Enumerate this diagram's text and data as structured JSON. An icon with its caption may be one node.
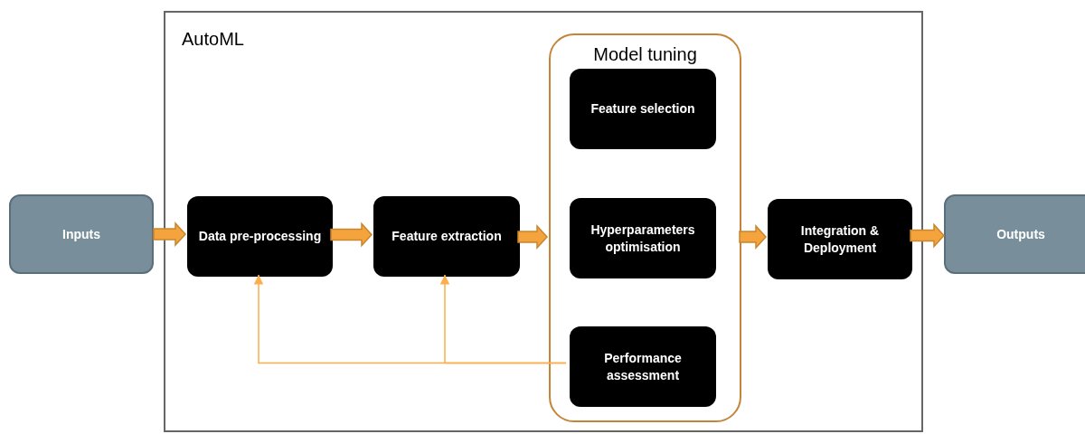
{
  "diagram": {
    "nodes": [
      {
        "text": [
          "AutoML"
        ]
      },
      {
        "text": [
          "Inputs"
        ]
      },
      {
        "text": [
          "Data pre-processing"
        ],
        "in": 0
      },
      {
        "text": [
          "Feature extraction"
        ],
        "in": 0
      },
      {
        "text": [
          "Model tuning"
        ],
        "in": 0
      },
      {
        "text": [
          "Feature selection"
        ],
        "in": 4
      },
      {
        "text": [
          "Hyperparameters optimisation"
        ],
        "in": 4
      },
      {
        "text": [
          "Performance assessment"
        ],
        "in": 4
      },
      {
        "text": [
          "Integration & Deployment"
        ],
        "in": 0
      },
      {
        "text": [
          "Outputs"
        ]
      }
    ],
    "edges": [
      {
        "from": 1,
        "to": 2,
        "arrow": "to",
        "style": "thick"
      },
      {
        "from": 2,
        "to": 3,
        "arrow": "to",
        "style": "thick"
      },
      {
        "from": 3,
        "to": 4,
        "arrow": "to",
        "style": "thick"
      },
      {
        "from": 4,
        "to": 8,
        "arrow": "to",
        "style": "thick"
      },
      {
        "from": 8,
        "to": 9,
        "arrow": "to",
        "style": "thick"
      },
      {
        "from": 7,
        "to": 2,
        "arrow": "to"
      },
      {
        "from": 7,
        "to": 3,
        "arrow": "to"
      }
    ]
  }
}
